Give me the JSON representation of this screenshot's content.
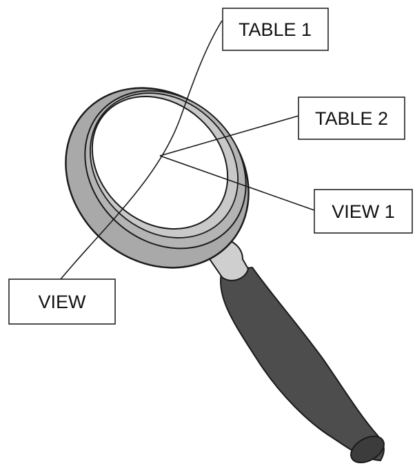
{
  "labels": {
    "table1": "TABLE 1",
    "table2": "TABLE 2",
    "view1": "VIEW 1",
    "view": "VIEW"
  },
  "colors": {
    "rim_fill": "#a9a9a9",
    "rim_inner_band": "#c9c9c9",
    "ferrule": "#cfcfcf",
    "handle": "#4d4d4d",
    "outline": "#1a1a1a",
    "background": "#ffffff"
  },
  "icons": {
    "main": "magnifying-glass-icon"
  }
}
